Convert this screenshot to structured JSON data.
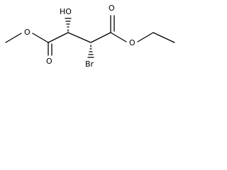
{
  "labels": {
    "hydroxyl": "HO",
    "bromine": "Br",
    "oxygen": "O"
  },
  "colors": {
    "bond": "#000000",
    "text": "#000000",
    "background": "#ffffff"
  }
}
